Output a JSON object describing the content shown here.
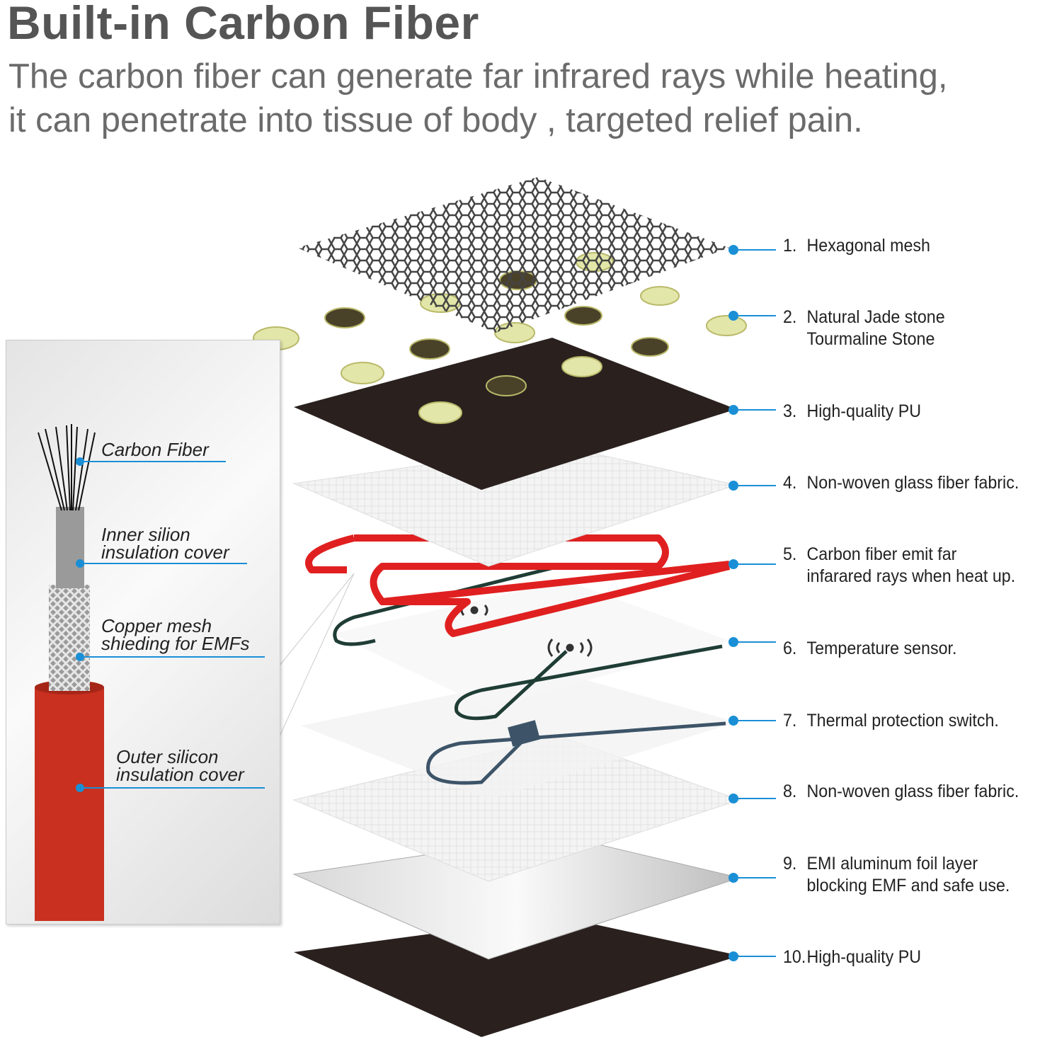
{
  "title": "Built-in Carbon Fiber",
  "subtitle": {
    "line1": "The carbon fiber can generate far infrared rays while heating,",
    "line2": "it can penetrate into tissue of body , targeted relief pain."
  },
  "layers": [
    {
      "num": "1.",
      "label": "Hexagonal mesh"
    },
    {
      "num": "2.",
      "label": "Natural Jade stone",
      "label2": "Tourmaline Stone"
    },
    {
      "num": "3.",
      "label": "High-quality PU"
    },
    {
      "num": "4.",
      "label": "Non-woven glass fiber fabric."
    },
    {
      "num": "5.",
      "label": "Carbon fiber emit far",
      "label2": "infarared rays when heat up."
    },
    {
      "num": "6.",
      "label": "Temperature sensor."
    },
    {
      "num": "7.",
      "label": "Thermal protection switch."
    },
    {
      "num": "8.",
      "label": "Non-woven glass fiber fabric."
    },
    {
      "num": "9.",
      "label": "EMI aluminum foil layer",
      "label2": "blocking EMF and safe use."
    },
    {
      "num": "10.",
      "label": "High-quality PU"
    }
  ],
  "cable": {
    "carbon_fiber": "Carbon Fiber",
    "inner_1": "Inner silion",
    "inner_2": "insulation cover",
    "copper_1": "Copper mesh",
    "copper_2": "shieding for EMFs",
    "outer_1": "Outer silicon",
    "outer_2": "insulation cover"
  },
  "colors": {
    "accent": "#1a8fd6",
    "title": "#555555",
    "heater": "#e02020"
  }
}
